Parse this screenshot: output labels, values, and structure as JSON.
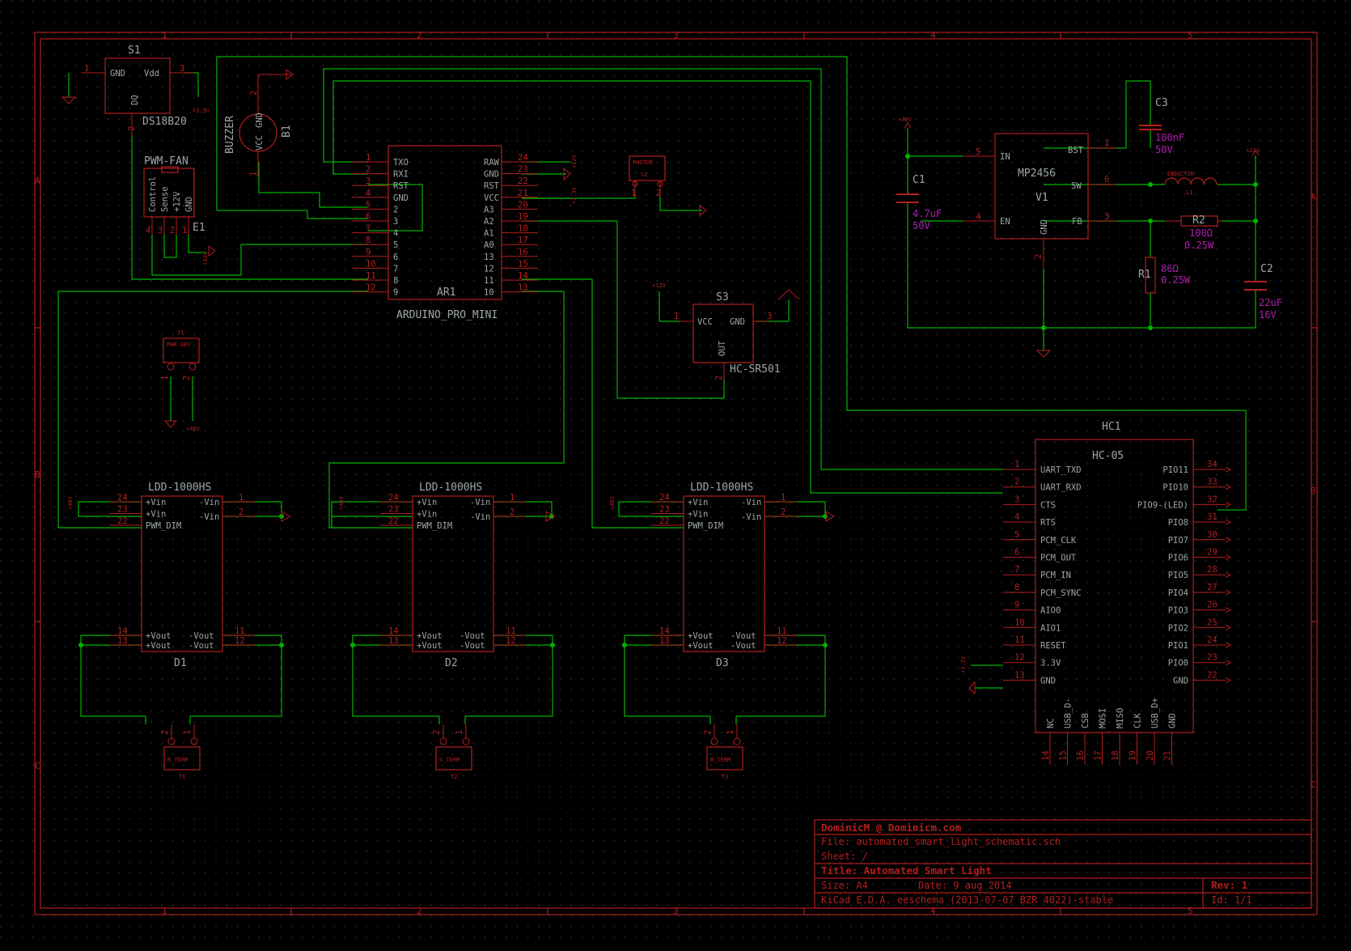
{
  "title_block": {
    "author": "DominicM @ Dominicm.com",
    "file": "File: automated_smart_light_schematic.sch",
    "sheet": "Sheet: /",
    "title": "Title: Automated Smart Light",
    "size": "Size: A4",
    "date": "Date: 9 aug 2014",
    "rev": "Rev: 1",
    "tool": "KiCad E.D.A.  eeschema (2013-07-07 BZR 4022)-stable",
    "id": "Id: 1/1"
  },
  "frame": {
    "columns": [
      "1",
      "2",
      "3",
      "4",
      "5"
    ],
    "rows": [
      "A",
      "B",
      "C"
    ]
  },
  "components": {
    "s1": {
      "ref": "S1",
      "value": "DS18B20",
      "pins": [
        "GND",
        "Vdd",
        "DQ"
      ],
      "nums": [
        "1",
        "3",
        "2"
      ],
      "supply": "+3.3V"
    },
    "buzzer": {
      "ref": "B1",
      "value": "BUZZER",
      "pins": [
        "VCC",
        "GND"
      ],
      "nums": [
        "1",
        "2"
      ]
    },
    "fan": {
      "ref": "E1",
      "value": "PWM-FAN",
      "pins": [
        "Control",
        "Sense",
        "+12V",
        "GND"
      ],
      "nums": [
        "4",
        "3",
        "2",
        "1"
      ],
      "supply": "+12V"
    },
    "arduino": {
      "ref": "AR1",
      "value": "ARDUINO_PRO_MINI",
      "left_pins": [
        {
          "num": "1",
          "name": "TXO"
        },
        {
          "num": "2",
          "name": "RXI"
        },
        {
          "num": "3",
          "name": "RST"
        },
        {
          "num": "4",
          "name": "GND"
        },
        {
          "num": "5",
          "name": "2"
        },
        {
          "num": "6",
          "name": "3"
        },
        {
          "num": "7",
          "name": "4"
        },
        {
          "num": "8",
          "name": "5"
        },
        {
          "num": "9",
          "name": "6"
        },
        {
          "num": "10",
          "name": "7"
        },
        {
          "num": "11",
          "name": "8"
        },
        {
          "num": "12",
          "name": "9"
        }
      ],
      "right_pins": [
        {
          "num": "24",
          "name": "RAW"
        },
        {
          "num": "23",
          "name": "GND"
        },
        {
          "num": "22",
          "name": "RST"
        },
        {
          "num": "21",
          "name": "VCC"
        },
        {
          "num": "20",
          "name": "A3"
        },
        {
          "num": "19",
          "name": "A2"
        },
        {
          "num": "18",
          "name": "A1"
        },
        {
          "num": "17",
          "name": "A0"
        },
        {
          "num": "16",
          "name": "13"
        },
        {
          "num": "15",
          "name": "12"
        },
        {
          "num": "14",
          "name": "11"
        },
        {
          "num": "13",
          "name": "10"
        }
      ],
      "supply_12": "+12V",
      "supply_33": "+3.3V"
    },
    "photo": {
      "ref": "S2",
      "value": "PHOTOR",
      "nums": [
        "1",
        "2"
      ]
    },
    "pir": {
      "ref": "S3",
      "value": "HC-SR501",
      "pins": [
        "VCC",
        "GND",
        "OUT"
      ],
      "nums": [
        "1",
        "3",
        "2"
      ],
      "supply": "+12V"
    },
    "pwr": {
      "ref": "J1",
      "value": "PWR 48V",
      "nums": [
        "1",
        "2"
      ],
      "supply": "+48V"
    },
    "drivers": [
      {
        "ref": "D1",
        "value": "LDD-1000HS"
      },
      {
        "ref": "D2",
        "value": "LDD-1000HS"
      },
      {
        "ref": "D3",
        "value": "LDD-1000HS"
      }
    ],
    "driver_pins": {
      "left": [
        {
          "num": "24",
          "name": "+Vin"
        },
        {
          "num": "23",
          "name": "+Vin"
        },
        {
          "num": "22",
          "name": "PWM_DIM"
        }
      ],
      "right": [
        {
          "num": "1",
          "name": "-Vin"
        },
        {
          "num": "2",
          "name": "-Vin"
        }
      ],
      "out_left": [
        {
          "num": "14",
          "name": "+Vout"
        },
        {
          "num": "13",
          "name": "+Vout"
        }
      ],
      "out_right": [
        {
          "num": "11",
          "name": "-Vout"
        },
        {
          "num": "12",
          "name": "-Vout"
        }
      ],
      "supply": "+48V"
    },
    "terminals": [
      {
        "ref": "T1",
        "value": "R_TERM"
      },
      {
        "ref": "T2",
        "value": "G_TERM"
      },
      {
        "ref": "T3",
        "value": "B_TERM"
      }
    ],
    "terminal_nums": [
      "2",
      "1"
    ],
    "regulator": {
      "ref": "V1",
      "value": "MP2456",
      "pins": [
        "IN",
        "BST",
        "SW",
        "EN",
        "FB",
        "GND"
      ],
      "nums": [
        "5",
        "1",
        "6",
        "4",
        "3",
        "2"
      ],
      "supply_in": "+48V",
      "supply_out": "+12V"
    },
    "c1": {
      "ref": "C1",
      "value": "4.7uF",
      "rating": "50V"
    },
    "c2": {
      "ref": "C2",
      "value": "22uF",
      "rating": "16V"
    },
    "c3": {
      "ref": "C3",
      "value": "100nF",
      "rating": "50V"
    },
    "r1": {
      "ref": "R1",
      "value": "86Ω",
      "rating": "0.25W"
    },
    "r2": {
      "ref": "R2",
      "value": "100Ω",
      "rating": "0.25W"
    },
    "l1": {
      "ref": "L1",
      "value": "INDUCTOR"
    },
    "hc05": {
      "ref": "HC1",
      "value": "HC-05",
      "left_pins": [
        {
          "num": "1",
          "name": "UART_TXD"
        },
        {
          "num": "2",
          "name": "UART_RXD"
        },
        {
          "num": "3",
          "name": "CTS"
        },
        {
          "num": "4",
          "name": "RTS"
        },
        {
          "num": "5",
          "name": "PCM_CLK"
        },
        {
          "num": "6",
          "name": "PCM_OUT"
        },
        {
          "num": "7",
          "name": "PCM_IN"
        },
        {
          "num": "8",
          "name": "PCM_SYNC"
        },
        {
          "num": "9",
          "name": "AIO0"
        },
        {
          "num": "10",
          "name": "AIO1"
        },
        {
          "num": "11",
          "name": "RESET"
        },
        {
          "num": "12",
          "name": "3.3V"
        },
        {
          "num": "13",
          "name": "GND"
        }
      ],
      "right_pins": [
        {
          "num": "34",
          "name": "PIO11"
        },
        {
          "num": "33",
          "name": "PIO10"
        },
        {
          "num": "32",
          "name": "PIO9-(LED)"
        },
        {
          "num": "31",
          "name": "PIO8"
        },
        {
          "num": "30",
          "name": "PIO7"
        },
        {
          "num": "29",
          "name": "PIO6"
        },
        {
          "num": "28",
          "name": "PIO5"
        },
        {
          "num": "27",
          "name": "PIO4"
        },
        {
          "num": "26",
          "name": "PIO3"
        },
        {
          "num": "25",
          "name": "PIO2"
        },
        {
          "num": "24",
          "name": "PIO1"
        },
        {
          "num": "23",
          "name": "PIO0"
        },
        {
          "num": "22",
          "name": "GND"
        }
      ],
      "bottom_pins": [
        {
          "num": "14",
          "name": "NC"
        },
        {
          "num": "15",
          "name": "USB_D-"
        },
        {
          "num": "16",
          "name": "CSB"
        },
        {
          "num": "17",
          "name": "MOSI"
        },
        {
          "num": "18",
          "name": "MISO"
        },
        {
          "num": "19",
          "name": "CLK"
        },
        {
          "num": "20",
          "name": "USB_D+"
        },
        {
          "num": "21",
          "name": "GND"
        }
      ],
      "supply": "+3.3V"
    }
  },
  "colors": {
    "background": "#000000",
    "body": "#b41e1e",
    "wire": "#00b400",
    "text": "#9ea6a6",
    "value": "#b01eb0"
  }
}
